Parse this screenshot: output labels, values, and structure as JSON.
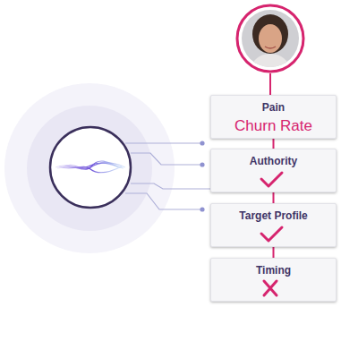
{
  "diagram": {
    "nodes": [
      {
        "text": [
          "Pain",
          "Churn Rate"
        ]
      },
      {
        "text": [
          "Authority"
        ]
      },
      {
        "text": [
          "Target Profile"
        ]
      },
      {
        "text": [
          "Timing"
        ]
      }
    ],
    "edges": [
      {
        "from": 0,
        "to": 1,
        "arrow": "none"
      },
      {
        "from": 1,
        "to": 2,
        "arrow": "none"
      },
      {
        "from": 2,
        "to": 3,
        "arrow": "none"
      }
    ]
  }
}
